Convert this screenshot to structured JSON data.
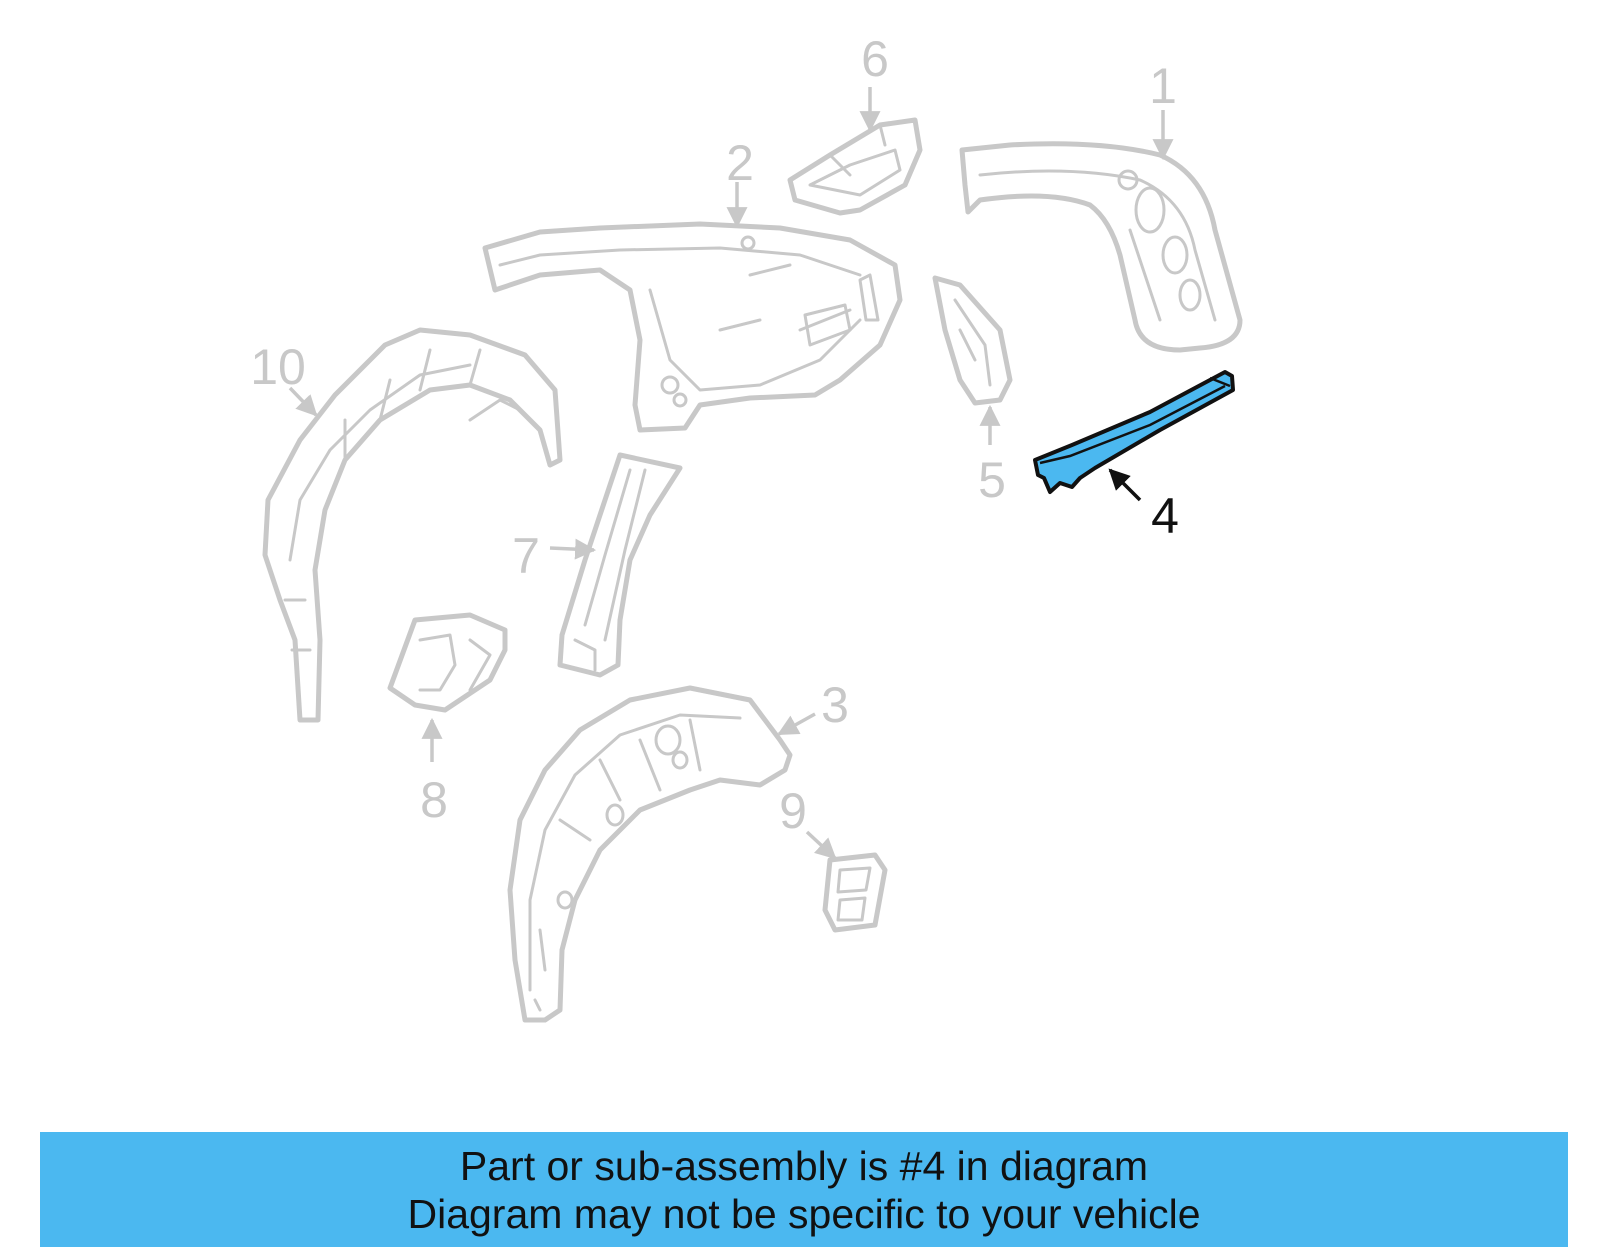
{
  "colors": {
    "highlight_fill": "#4bb8f0",
    "faded_line": "#c8c8c8",
    "active_line": "#111111",
    "banner_bg": "#4bb8f0"
  },
  "diagram": {
    "highlighted_part": "4",
    "callouts": [
      {
        "id": "1",
        "text": "1"
      },
      {
        "id": "2",
        "text": "2"
      },
      {
        "id": "3",
        "text": "3"
      },
      {
        "id": "4",
        "text": "4"
      },
      {
        "id": "5",
        "text": "5"
      },
      {
        "id": "6",
        "text": "6"
      },
      {
        "id": "7",
        "text": "7"
      },
      {
        "id": "8",
        "text": "8"
      },
      {
        "id": "9",
        "text": "9"
      },
      {
        "id": "10",
        "text": "10"
      }
    ]
  },
  "banner": {
    "line1": "Part or sub-assembly is #4 in diagram",
    "line2": "Diagram may not be specific to your vehicle"
  }
}
